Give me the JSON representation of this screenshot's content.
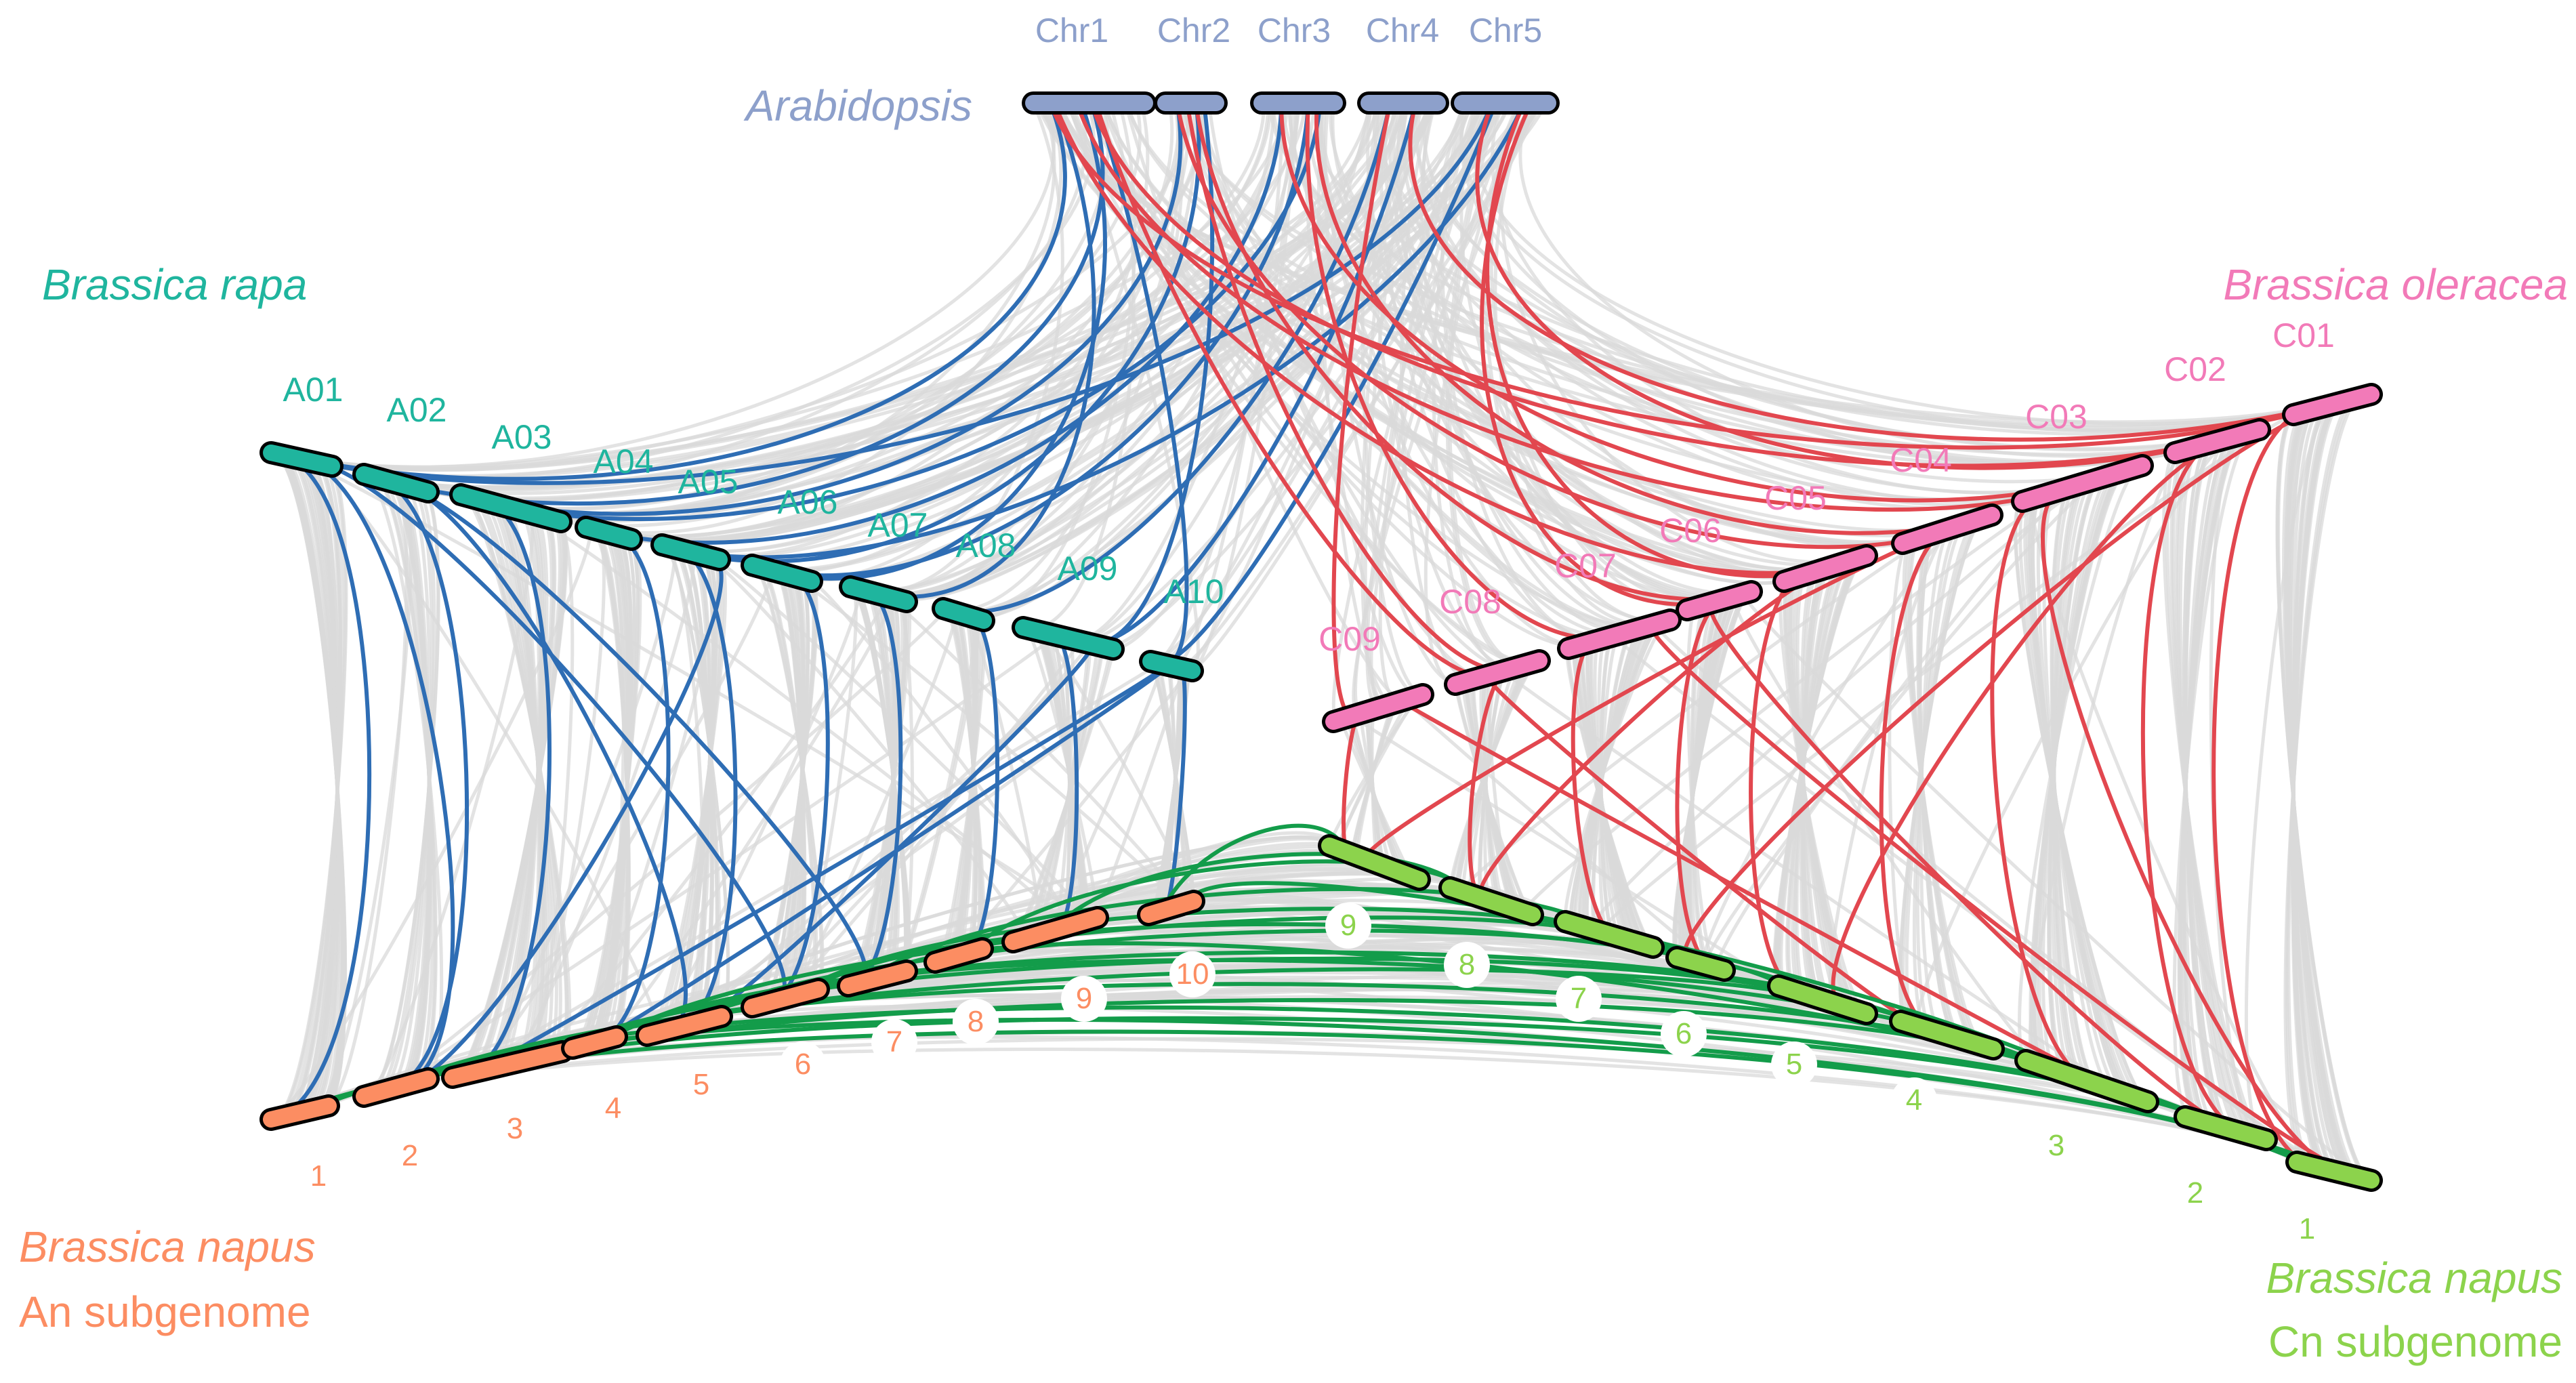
{
  "colors": {
    "arabidopsis": "#8da0cb",
    "rapa": "#1fb59e",
    "oleracea": "#f27ab8",
    "napus_an": "#fc8d62",
    "napus_cn": "#8cd34c",
    "link_blue": "#2e6db4",
    "link_red": "#e2474f",
    "link_green": "#139c4a",
    "background_links": "#d9d9d9"
  },
  "species": {
    "arabidopsis": "Arabidopsis",
    "rapa": "Brassica rapa",
    "oleracea": "Brassica oleracea",
    "napus_an": "Brassica napus",
    "napus_an_sub": "An subgenome",
    "napus_cn": "Brassica napus",
    "napus_cn_sub": "Cn subgenome"
  },
  "arabidopsis_chromosomes": [
    "Chr1",
    "Chr2",
    "Chr3",
    "Chr4",
    "Chr5"
  ],
  "rapa_chromosomes": [
    "A01",
    "A02",
    "A03",
    "A04",
    "A05",
    "A06",
    "A07",
    "A08",
    "A09",
    "A10"
  ],
  "oleracea_chromosomes": [
    "C01",
    "C02",
    "C03",
    "C04",
    "C05",
    "C06",
    "C07",
    "C08",
    "C09"
  ],
  "napus_an_chromosomes": [
    "1",
    "2",
    "3",
    "4",
    "5",
    "6",
    "7",
    "8",
    "9",
    "10"
  ],
  "napus_cn_chromosomes": [
    "1",
    "2",
    "3",
    "4",
    "5",
    "6",
    "7",
    "8",
    "9"
  ],
  "highlight_links": {
    "arabidopsis_to_rapa": [
      [
        1,
        1
      ],
      [
        1,
        2
      ],
      [
        1,
        7
      ],
      [
        1,
        10
      ],
      [
        2,
        3
      ],
      [
        2,
        5
      ],
      [
        3,
        4
      ],
      [
        3,
        6
      ],
      [
        4,
        8
      ],
      [
        4,
        9
      ],
      [
        5,
        1
      ],
      [
        5,
        5
      ],
      [
        5,
        10
      ],
      [
        2,
        9
      ],
      [
        1,
        6
      ],
      [
        3,
        3
      ]
    ],
    "arabidopsis_to_oleracea": [
      [
        1,
        1
      ],
      [
        1,
        2
      ],
      [
        1,
        5
      ],
      [
        1,
        8
      ],
      [
        2,
        4
      ],
      [
        2,
        6
      ],
      [
        3,
        3
      ],
      [
        3,
        7
      ],
      [
        4,
        9
      ],
      [
        4,
        1
      ],
      [
        5,
        2
      ],
      [
        5,
        5
      ],
      [
        1,
        3
      ],
      [
        3,
        4
      ],
      [
        2,
        8
      ],
      [
        5,
        6
      ]
    ],
    "rapa_to_napus_an": [
      [
        1,
        1
      ],
      [
        1,
        2
      ],
      [
        2,
        2
      ],
      [
        2,
        5
      ],
      [
        3,
        3
      ],
      [
        4,
        4
      ],
      [
        5,
        5
      ],
      [
        6,
        6
      ],
      [
        7,
        7
      ],
      [
        8,
        8
      ],
      [
        9,
        9
      ],
      [
        10,
        10
      ],
      [
        10,
        3
      ],
      [
        9,
        5
      ],
      [
        10,
        4
      ],
      [
        1,
        6
      ],
      [
        2,
        7
      ],
      [
        5,
        2
      ]
    ],
    "oleracea_to_napus_cn": [
      [
        1,
        1
      ],
      [
        2,
        2
      ],
      [
        3,
        3
      ],
      [
        4,
        4
      ],
      [
        5,
        5
      ],
      [
        6,
        6
      ],
      [
        7,
        7
      ],
      [
        8,
        8
      ],
      [
        9,
        9
      ],
      [
        2,
        5
      ],
      [
        3,
        1
      ],
      [
        5,
        8
      ],
      [
        8,
        4
      ],
      [
        9,
        3
      ],
      [
        6,
        2
      ],
      [
        4,
        9
      ],
      [
        1,
        6
      ],
      [
        7,
        1
      ]
    ],
    "napus_an_to_cn": [
      [
        1,
        1
      ],
      [
        2,
        2
      ],
      [
        3,
        3
      ],
      [
        4,
        4
      ],
      [
        5,
        5
      ],
      [
        6,
        6
      ],
      [
        7,
        7
      ],
      [
        8,
        8
      ],
      [
        10,
        9
      ],
      [
        1,
        2
      ],
      [
        2,
        1
      ],
      [
        3,
        4
      ],
      [
        5,
        3
      ],
      [
        6,
        5
      ],
      [
        7,
        2
      ],
      [
        4,
        6
      ],
      [
        9,
        8
      ],
      [
        10,
        3
      ],
      [
        1,
        3
      ],
      [
        2,
        4
      ]
    ]
  }
}
